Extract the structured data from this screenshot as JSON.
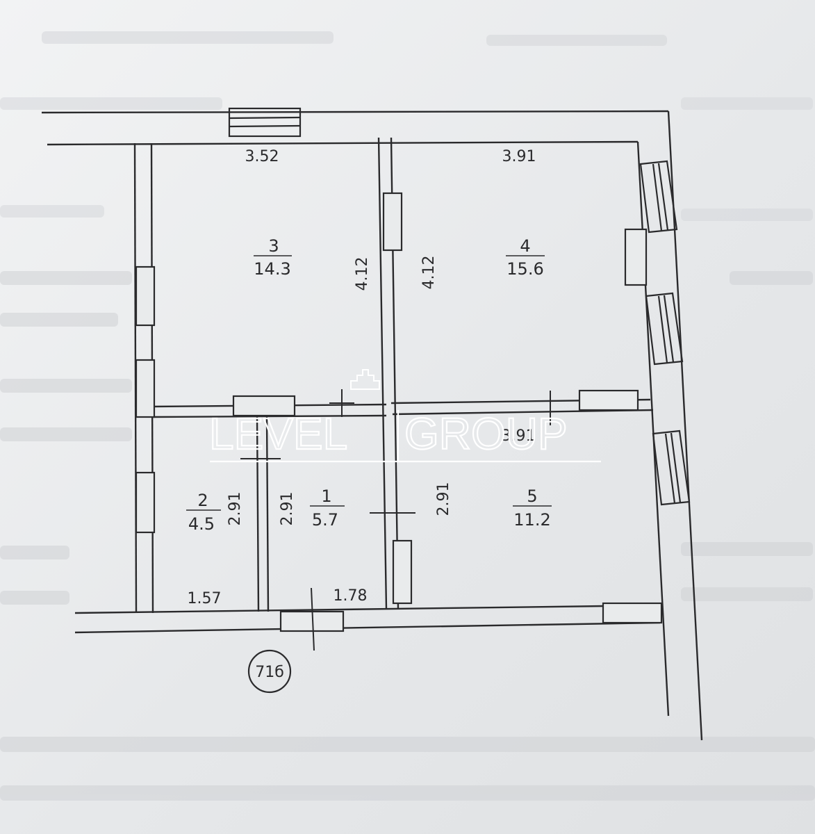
{
  "watermark": {
    "left": "LEVEL",
    "right": "GROUP"
  },
  "building_marker": "71б",
  "rooms": [
    {
      "number": "1",
      "area": "5.7"
    },
    {
      "number": "2",
      "area": "4.5"
    },
    {
      "number": "3",
      "area": "14.3"
    },
    {
      "number": "4",
      "area": "15.6"
    },
    {
      "number": "5",
      "area": "11.2"
    }
  ],
  "dimensions": {
    "room3_width": "3.52",
    "room4_width": "3.91",
    "room3_height": "4.12",
    "room4_height": "4.12",
    "room5_width": "3.91",
    "room2_height": "2.91",
    "room1_height": "2.91",
    "room5_height": "2.91",
    "room2_width": "1.57",
    "room1_width": "1.78"
  },
  "colors": {
    "paper": "#e9ebec",
    "ink": "#2a2a2c",
    "watermark": "#ffffff"
  }
}
